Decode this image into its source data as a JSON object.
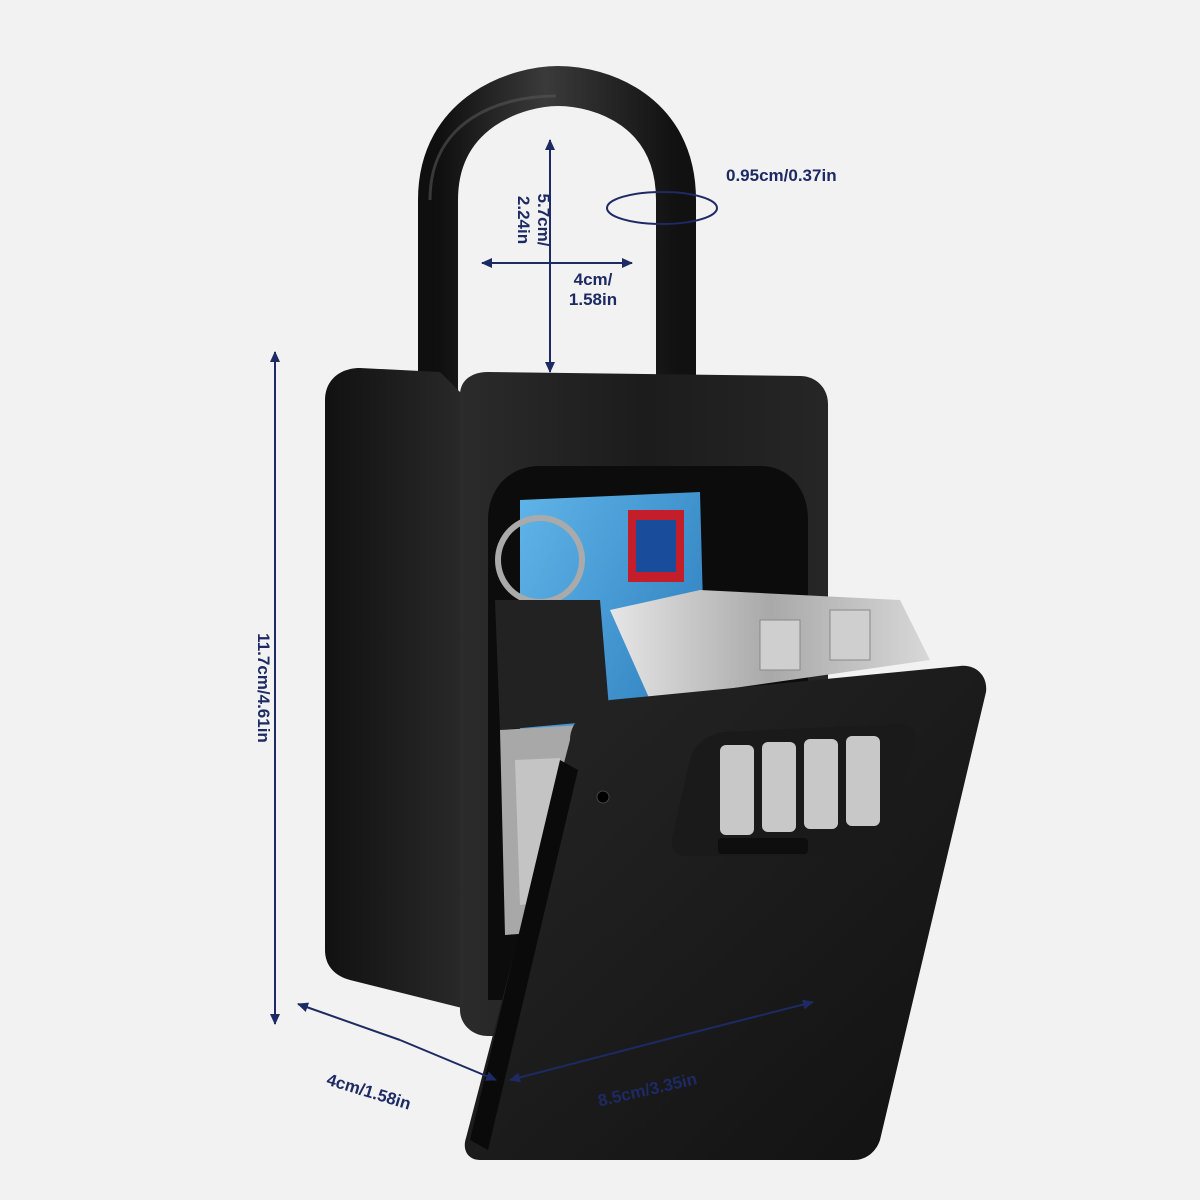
{
  "dimensions": {
    "shackle_thickness": "0.95cm/0.37in",
    "shackle_height_line1": "5.7cm/",
    "shackle_height_line2": "2.24in",
    "shackle_width_line1": "4cm/",
    "shackle_width_line2": "1.58in",
    "box_height": "11.7cm/4.61in",
    "box_depth": "4cm/1.58in",
    "box_width": "8.5cm/3.35in"
  },
  "colors": {
    "background": "#f2f2f2",
    "dimension_lines": "#1d2a63",
    "lockbox_body": "#1b1b1b",
    "card_blue": "#3b8fd0",
    "dial_silver": "#b8b8b8"
  }
}
